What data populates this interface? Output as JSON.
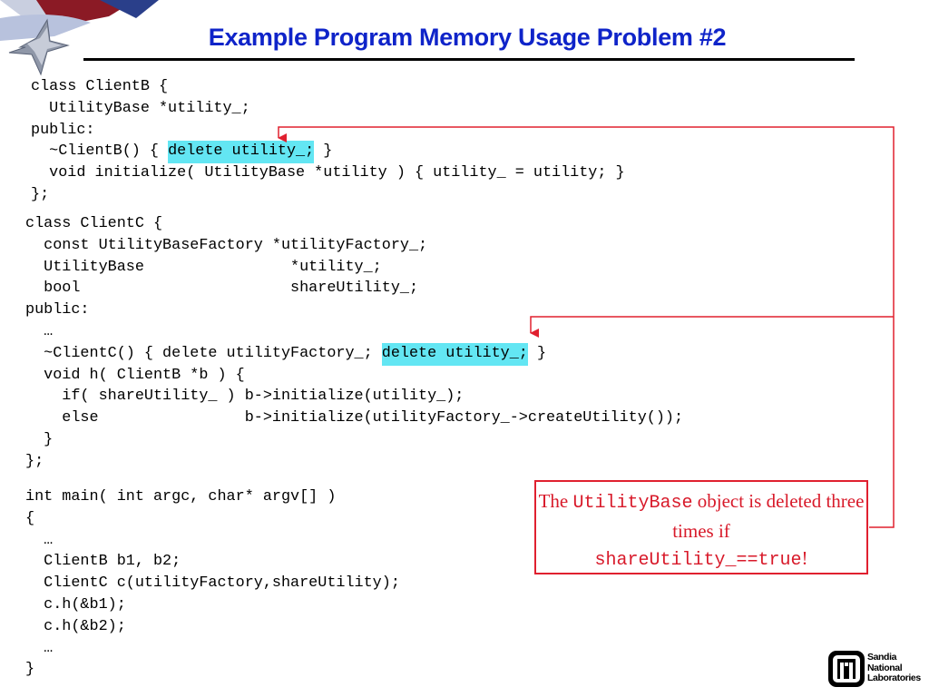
{
  "slide": {
    "title": "Example Program Memory Usage Problem #2"
  },
  "code_client_b": {
    "lines": [
      [
        "class ClientB {"
      ],
      [
        "  UtilityBase *utility_;"
      ],
      [
        "public:"
      ],
      [
        "  ~ClientB() { ",
        {
          "hl": "delete utility_;"
        },
        " }"
      ],
      [
        "  void initialize( UtilityBase *utility ) { utility_ = utility; }"
      ],
      [
        "};"
      ]
    ]
  },
  "code_client_c": {
    "lines": [
      [
        "class ClientC {"
      ],
      [
        "  const UtilityBaseFactory *utilityFactory_;"
      ],
      [
        "  UtilityBase                *utility_;"
      ],
      [
        "  bool                       shareUtility_;"
      ],
      [
        "public:"
      ],
      [
        "  …"
      ],
      [
        "  ~ClientC() { delete utilityFactory_; ",
        {
          "hl": "delete utility_;"
        },
        " }"
      ],
      [
        "  void h( ClientB *b ) {"
      ],
      [
        "    if( shareUtility_ ) b->initialize(utility_);"
      ],
      [
        "    else                b->initialize(utilityFactory_->createUtility());"
      ],
      [
        "  }"
      ],
      [
        "};"
      ]
    ]
  },
  "code_main": {
    "lines": [
      [
        "int main( int argc, char* argv[] )"
      ],
      [
        "{"
      ],
      [
        "  …"
      ],
      [
        "  ClientB b1, b2;"
      ],
      [
        "  ClientC c(utilityFactory,shareUtility);"
      ],
      [
        "  c.h(&b1);"
      ],
      [
        "  c.h(&b2);"
      ],
      [
        "  …"
      ],
      [
        "}"
      ]
    ]
  },
  "callout": {
    "text_1": "The ",
    "code_1": "UtilityBase",
    "text_2": " object is deleted three times if",
    "code_2": "shareUtility_==true",
    "text_3": "!"
  },
  "footer": {
    "org_line_1": "Sandia",
    "org_line_2": "National",
    "org_line_3": "Laboratories"
  },
  "colors": {
    "title": "#0f24c9",
    "highlight": "#63e6f3",
    "callout": "#e0202f"
  }
}
